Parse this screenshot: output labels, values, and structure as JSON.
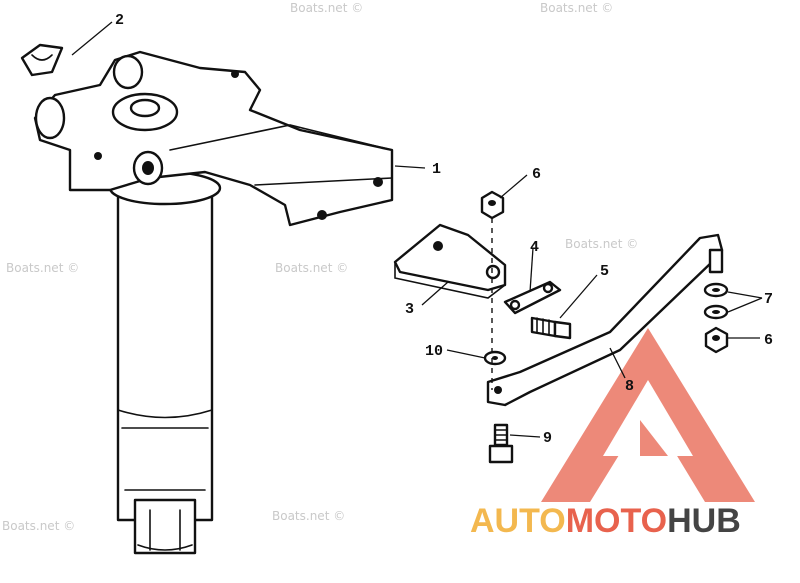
{
  "callouts": [
    {
      "id": "c1",
      "label": "1"
    },
    {
      "id": "c2",
      "label": "2"
    },
    {
      "id": "c3",
      "label": "3"
    },
    {
      "id": "c4",
      "label": "4"
    },
    {
      "id": "c5",
      "label": "5"
    },
    {
      "id": "c6a",
      "label": "6"
    },
    {
      "id": "c6b",
      "label": "6"
    },
    {
      "id": "c7",
      "label": "7"
    },
    {
      "id": "c8",
      "label": "8"
    },
    {
      "id": "c9",
      "label": "9"
    },
    {
      "id": "c10",
      "label": "10"
    }
  ],
  "watermark": {
    "text": "Boats.net ©"
  },
  "logo": {
    "part1": "AUTO",
    "part2": "MOTO",
    "part3": "HUB",
    "colors": {
      "auto": "#f3b84f",
      "moto": "#e8624d",
      "hub": "#444444",
      "triangle": "#e8624d"
    }
  }
}
